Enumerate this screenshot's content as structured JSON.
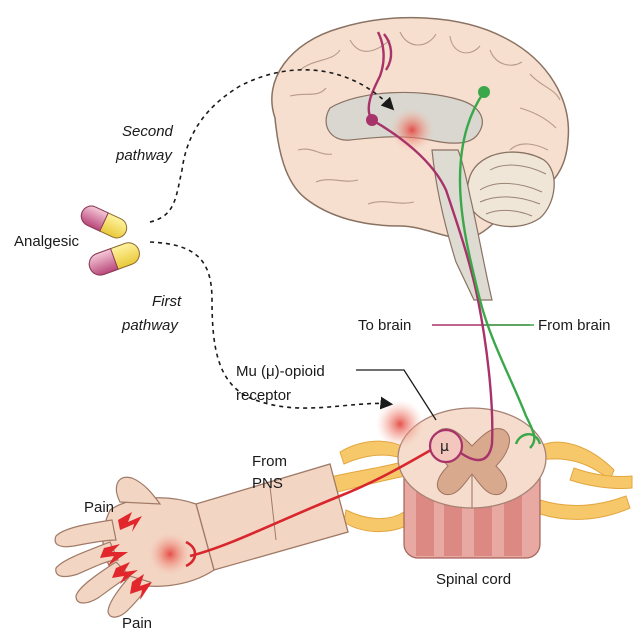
{
  "labels": {
    "second_pathway_1": "Second",
    "second_pathway_2": "pathway",
    "analgesic": "Analgesic",
    "first_pathway_1": "First",
    "first_pathway_2": "pathway",
    "to_brain": "To brain",
    "from_brain": "From brain",
    "receptor_1": "Mu (μ)-opioid",
    "receptor_2": "receptor",
    "receptor_symbol": "μ",
    "from_pns_1": "From",
    "from_pns_2": "PNS",
    "pain_top": "Pain",
    "pain_bottom": "Pain",
    "spinal_cord": "Spinal cord"
  },
  "colors": {
    "ascending_path": "#a8326a",
    "descending_path": "#3aa84a",
    "pns_nerve": "#d8262c",
    "brain_fill": "#f6dfcf",
    "spinal_nerve": "#f7c86a",
    "pain_mark": "#e1262c"
  },
  "icons": [
    "analgesic-capsule-icon",
    "pain-bolt-icon",
    "brain-illustration",
    "hand-illustration",
    "spinal-cord-illustration"
  ]
}
